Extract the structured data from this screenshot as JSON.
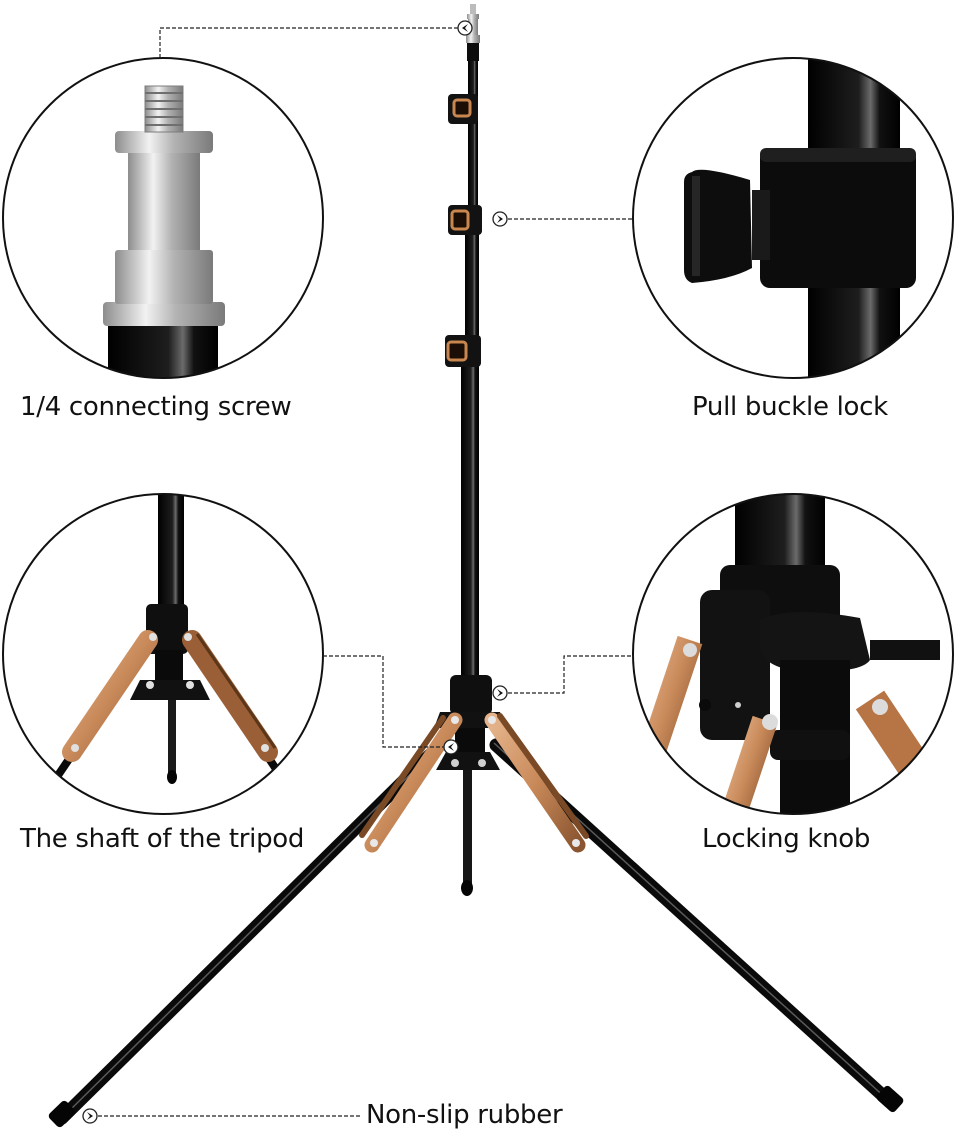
{
  "diagram": {
    "type": "product-feature-callouts",
    "subject": "Light stand tripod",
    "colors": {
      "background": "#ffffff",
      "pole": "#0d0d0d",
      "bronze": "#c98a5a",
      "bronze_dark": "#8a5530",
      "chrome": "#c9c9c9",
      "callout_line": "#222222",
      "text": "#111111"
    },
    "callouts": [
      {
        "id": "screw",
        "label": "1/4 connecting screw",
        "icon": "chrome-spigot-detail",
        "position": "top-left",
        "marker": "arrow-left-circle"
      },
      {
        "id": "buckle",
        "label": "Pull buckle lock",
        "icon": "flip-lock-detail",
        "position": "top-right",
        "marker": "arrow-right-circle"
      },
      {
        "id": "shaft",
        "label": "The shaft of the tripod",
        "icon": "tripod-base-detail",
        "position": "middle-left",
        "marker": "arrow-left-circle"
      },
      {
        "id": "knob",
        "label": "Locking knob",
        "icon": "locking-knob-detail",
        "position": "middle-right",
        "marker": "arrow-right-circle"
      },
      {
        "id": "rubber",
        "label": "Non-slip rubber",
        "icon": "rubber-foot",
        "position": "bottom",
        "marker": "arrow-right-circle"
      }
    ]
  }
}
